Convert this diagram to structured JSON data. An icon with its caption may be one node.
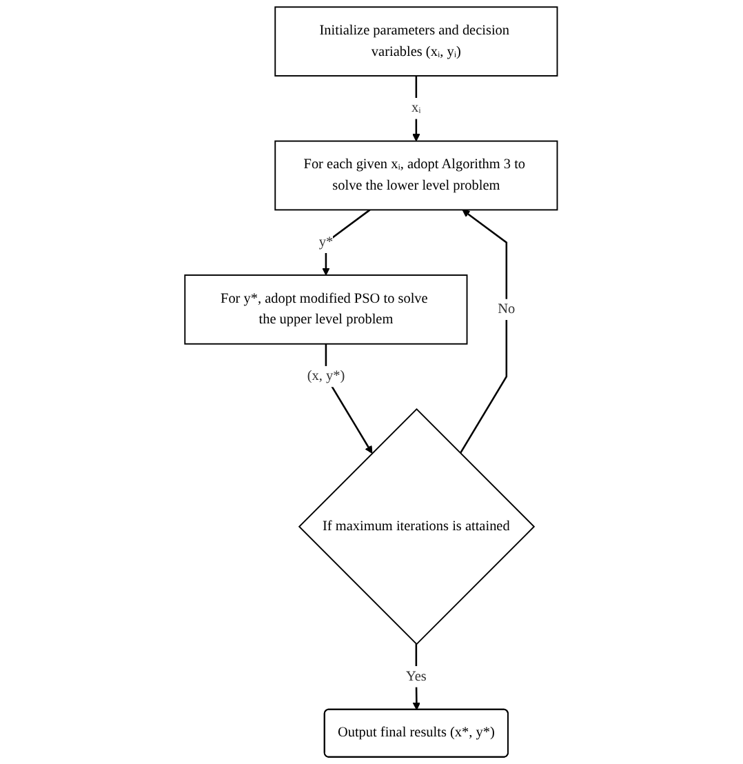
{
  "diagram": {
    "nodes": [
      {
        "text": [
          "Initialize parameters and decision variables (xᵢ, yᵢ)"
        ]
      },
      {
        "text": [
          "For each given xᵢ, adopt Algorithm 3 to solve the lower level problem"
        ]
      },
      {
        "text": [
          "For y*, adopt modified PSO to solve the upper level problem"
        ]
      },
      {
        "text": [
          "If maximum iterations is attained"
        ]
      },
      {
        "text": [
          "Output final results (x*, y*)"
        ]
      }
    ],
    "edges": [
      {
        "from": 0,
        "to": 1,
        "arrow": "to",
        "label": "xᵢ"
      },
      {
        "from": 1,
        "to": 2,
        "arrow": "to",
        "label": "y*"
      },
      {
        "from": 2,
        "to": 3,
        "arrow": "to",
        "label": "(x, y*)"
      },
      {
        "from": 3,
        "to": 1,
        "arrow": "to",
        "label": "No"
      },
      {
        "from": 3,
        "to": 4,
        "arrow": "to",
        "label": "Yes"
      }
    ]
  }
}
